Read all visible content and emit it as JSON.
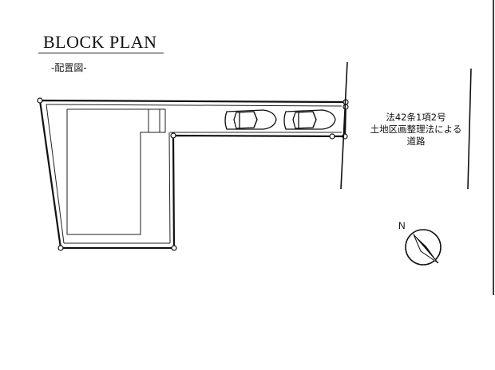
{
  "plan": {
    "title": "BLOCK PLAN",
    "subtitle": "-配置図-"
  },
  "road": {
    "label_lines": [
      "法42条1項2号",
      "土地区画整理法による",
      "道路"
    ]
  },
  "compass": {
    "north_label": "N"
  }
}
